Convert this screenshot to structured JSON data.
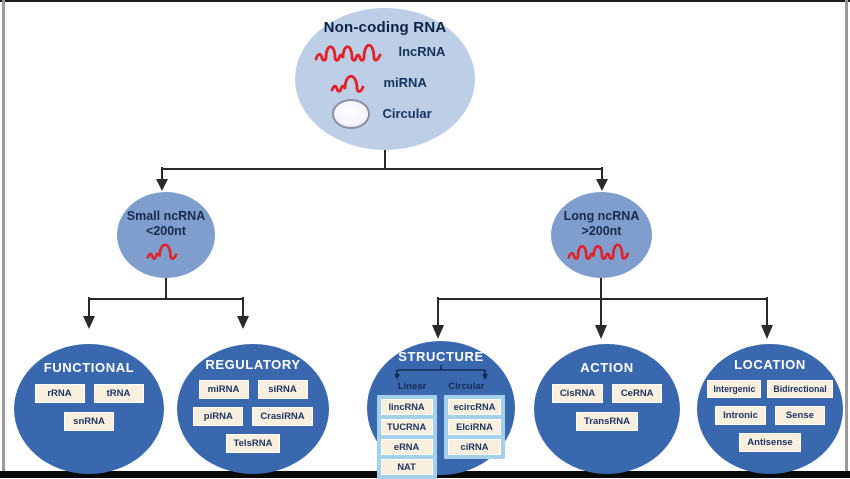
{
  "root": {
    "title": "Non-coding RNA",
    "items": [
      {
        "label": "lncRNA",
        "icon": "long-rna-icon"
      },
      {
        "label": "miRNA",
        "icon": "short-rna-icon"
      },
      {
        "label": "Circular",
        "icon": "circular-rna-icon"
      }
    ]
  },
  "level2": [
    {
      "title": "Small ncRNA",
      "subtitle": "<200nt",
      "icon": "short-rna-icon"
    },
    {
      "title": "Long ncRNA",
      "subtitle": ">200nt",
      "icon": "long-rna-icon"
    }
  ],
  "groups": [
    {
      "title": "FUNCTIONAL",
      "boxes": [
        "rRNA",
        "tRNA",
        "snRNA"
      ]
    },
    {
      "title": "REGULATORY",
      "boxes": [
        "miRNA",
        "siRNA",
        "piRNA",
        "CrasiRNA",
        "TelsRNA"
      ]
    },
    {
      "title": "STRUCTURE",
      "columns": [
        {
          "label": "Linear",
          "boxes": [
            "lincRNA",
            "TUCRNA",
            "eRNA",
            "NAT"
          ]
        },
        {
          "label": "Circular",
          "boxes": [
            "ecircRNA",
            "ElciRNA",
            "ciRNA"
          ]
        }
      ]
    },
    {
      "title": "ACTION",
      "boxes": [
        "CisRNA",
        "CeRNA",
        "TransRNA"
      ]
    },
    {
      "title": "LOCATION",
      "boxes": [
        "Intergenic",
        "Bidirectional",
        "Intronic",
        "Sense",
        "Antisense"
      ]
    }
  ],
  "colors": {
    "root_ellipse": "#bccfe7",
    "mid_ellipse": "#7f9ecd",
    "category_circle": "#3968ae",
    "label_box": "#f8efdf",
    "panel_blue": "#a4d1ea",
    "rna_red": "#e41f25",
    "navy_text": "#16325a",
    "connector": "#2a2a2a"
  }
}
